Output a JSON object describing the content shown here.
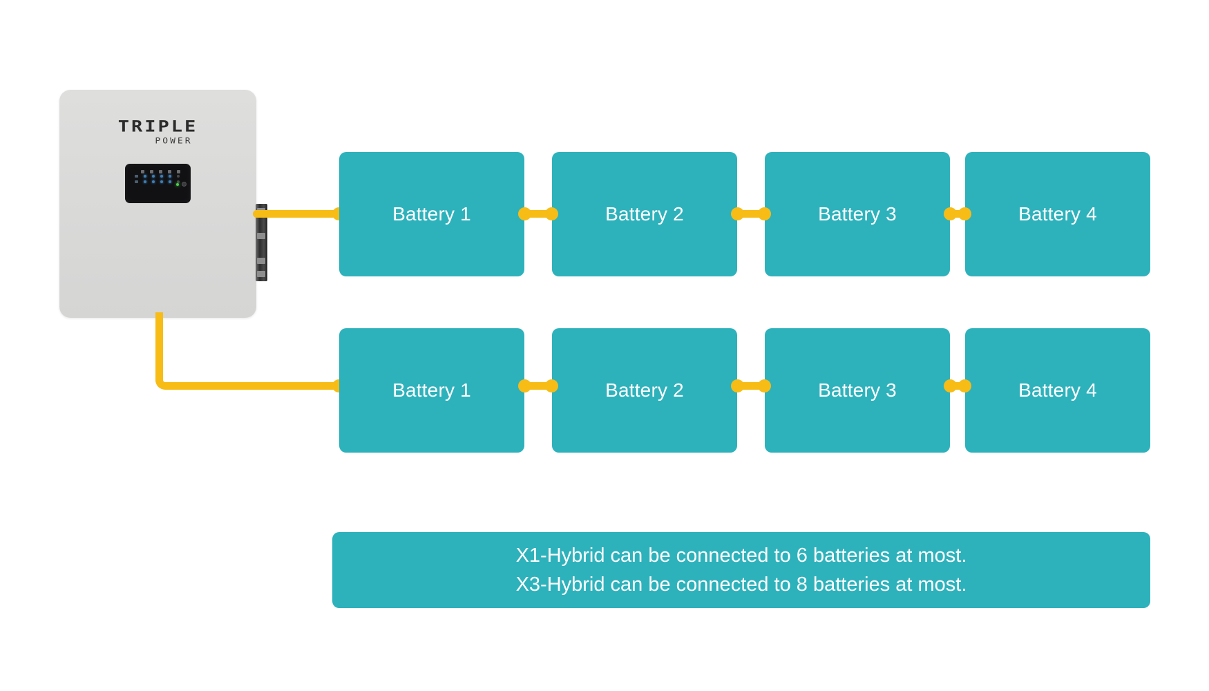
{
  "diagram": {
    "title": "Battery connection diagram",
    "colors": {
      "battery_teal": "#2db2bc",
      "wire_yellow": "#f7bc16",
      "inverter_grey": "#d9d9d8",
      "background": "#ffffff",
      "text_white": "#ffffff"
    }
  },
  "inverter": {
    "brand_line1": "TRIPLE",
    "brand_line2": "POWER",
    "display_name": "led-indicator-panel"
  },
  "rows": [
    {
      "id": "battery-string-1",
      "batteries": [
        {
          "label": "Battery 1"
        },
        {
          "label": "Battery 2"
        },
        {
          "label": "Battery 3"
        },
        {
          "label": "Battery 4"
        }
      ]
    },
    {
      "id": "battery-string-2",
      "batteries": [
        {
          "label": "Battery 1"
        },
        {
          "label": "Battery 2"
        },
        {
          "label": "Battery 3"
        },
        {
          "label": "Battery 4"
        }
      ]
    }
  ],
  "note": {
    "line1": "X1-Hybrid can be connected to 6 batteries at most.",
    "line2": "X3-Hybrid can be connected to 8 batteries at most."
  }
}
